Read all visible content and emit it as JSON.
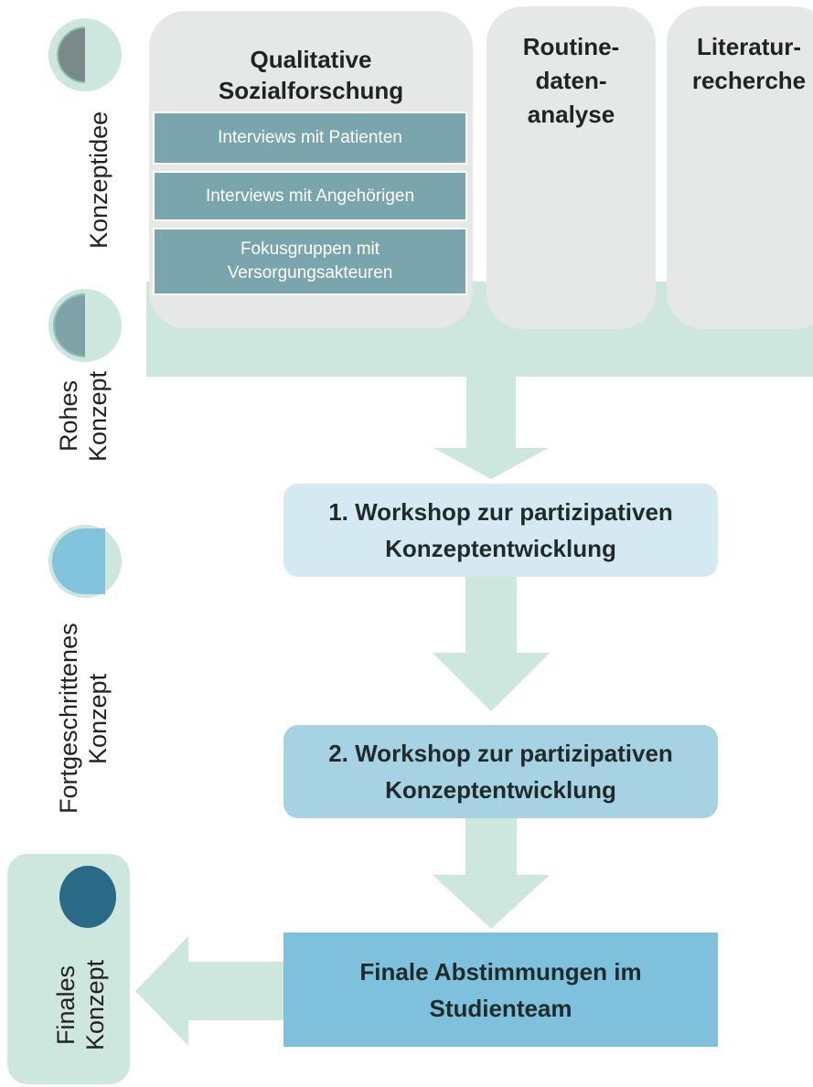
{
  "stages": {
    "idea": "Konzeptidee",
    "raw": "Rohes\nKonzept",
    "advanced": "Fortgeschrittenes\nKonzept",
    "final": "Finales\nKonzept"
  },
  "sources": {
    "qualitative": {
      "title": "Qualitative\nSozialforschung",
      "methods": [
        "Interviews mit Patienten",
        "Interviews mit Angehörigen",
        "Fokusgruppen mit\nVersorgungsakteuren"
      ]
    },
    "routine": "Routine-\ndaten-\nanalyse",
    "literature": "Literatur-\nrecherche"
  },
  "steps": {
    "workshop1": "1. Workshop zur partizipativen\nKonzeptentwicklung",
    "workshop2": "2. Workshop zur partizipativen\nKonzeptentwicklung",
    "final": "Finale Abstimmungen im\nStudienteam"
  },
  "colors": {
    "mint": "#cde6de",
    "panel_grey": "#e6e8e8",
    "method_box": "#7aa5ad",
    "workshop1": "#d4e9f1",
    "workshop2": "#a7d2e3",
    "final_step": "#7fc0dc",
    "final_dot": "#2a6a86"
  }
}
